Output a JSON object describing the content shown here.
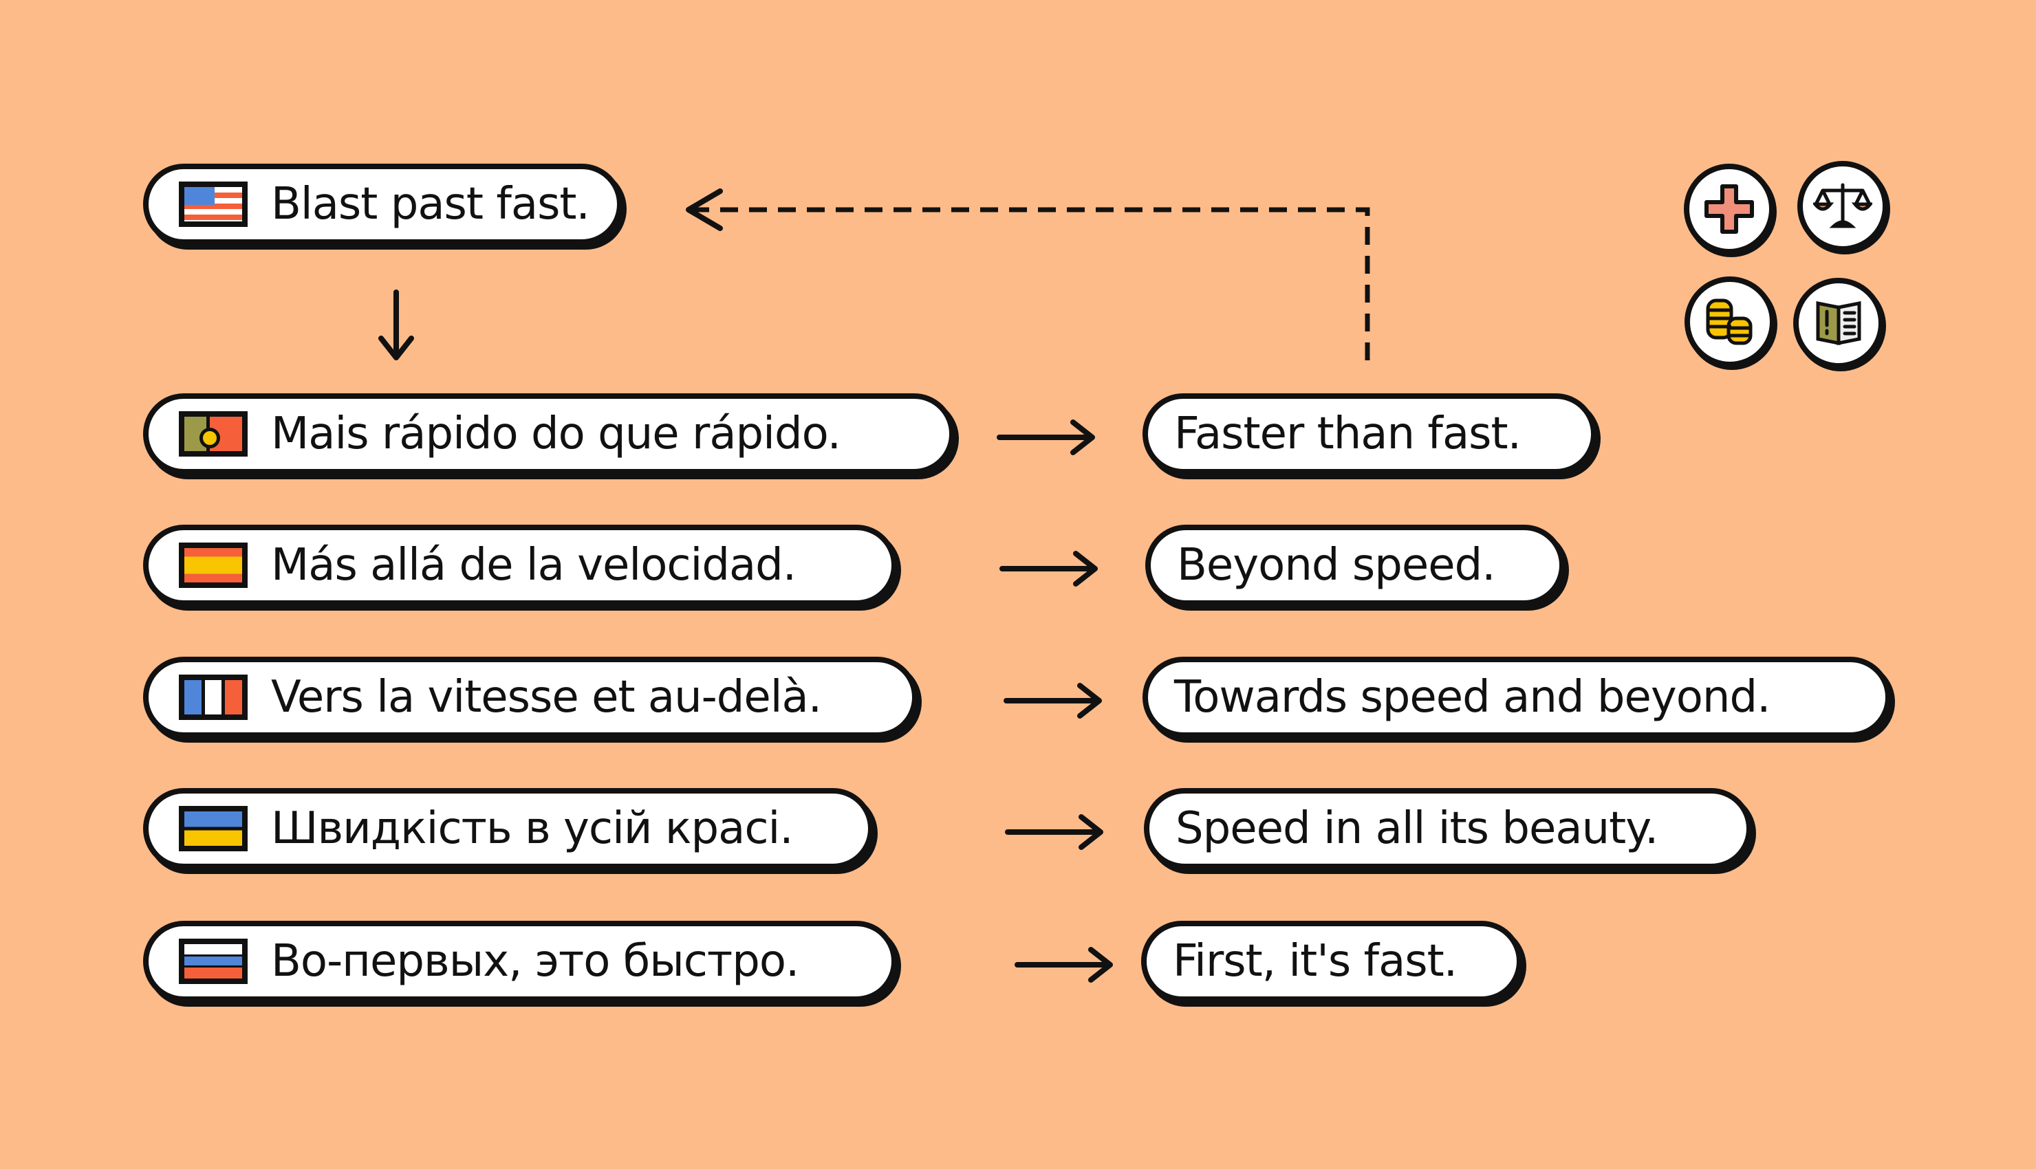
{
  "source": {
    "text": "Blast past fast.",
    "flag": "us-flag"
  },
  "rows": [
    {
      "source": "Mais rápido do que rápido.",
      "flag": "portugal-flag",
      "translation": "Faster than fast."
    },
    {
      "source": "Más allá de la velocidad.",
      "flag": "spain-flag",
      "translation": "Beyond speed."
    },
    {
      "source": "Vers la vitesse et au-delà.",
      "flag": "france-flag",
      "translation": "Towards speed and beyond."
    },
    {
      "source": "Швидкість в усій красі.",
      "flag": "ukraine-flag",
      "translation": "Speed in all its beauty."
    },
    {
      "source": "Во-первых, это быстро.",
      "flag": "russia-flag",
      "translation": "First, it's fast."
    }
  ],
  "icons": [
    "medical-cross-icon",
    "scales-of-justice-icon",
    "coins-icon",
    "book-icon"
  ],
  "colors": {
    "background": "#FDBB8A",
    "red": "#F5603A",
    "blue": "#4F86D9",
    "yellow": "#F9C400",
    "olive": "#9C9A48",
    "salmon": "#F0907A"
  }
}
